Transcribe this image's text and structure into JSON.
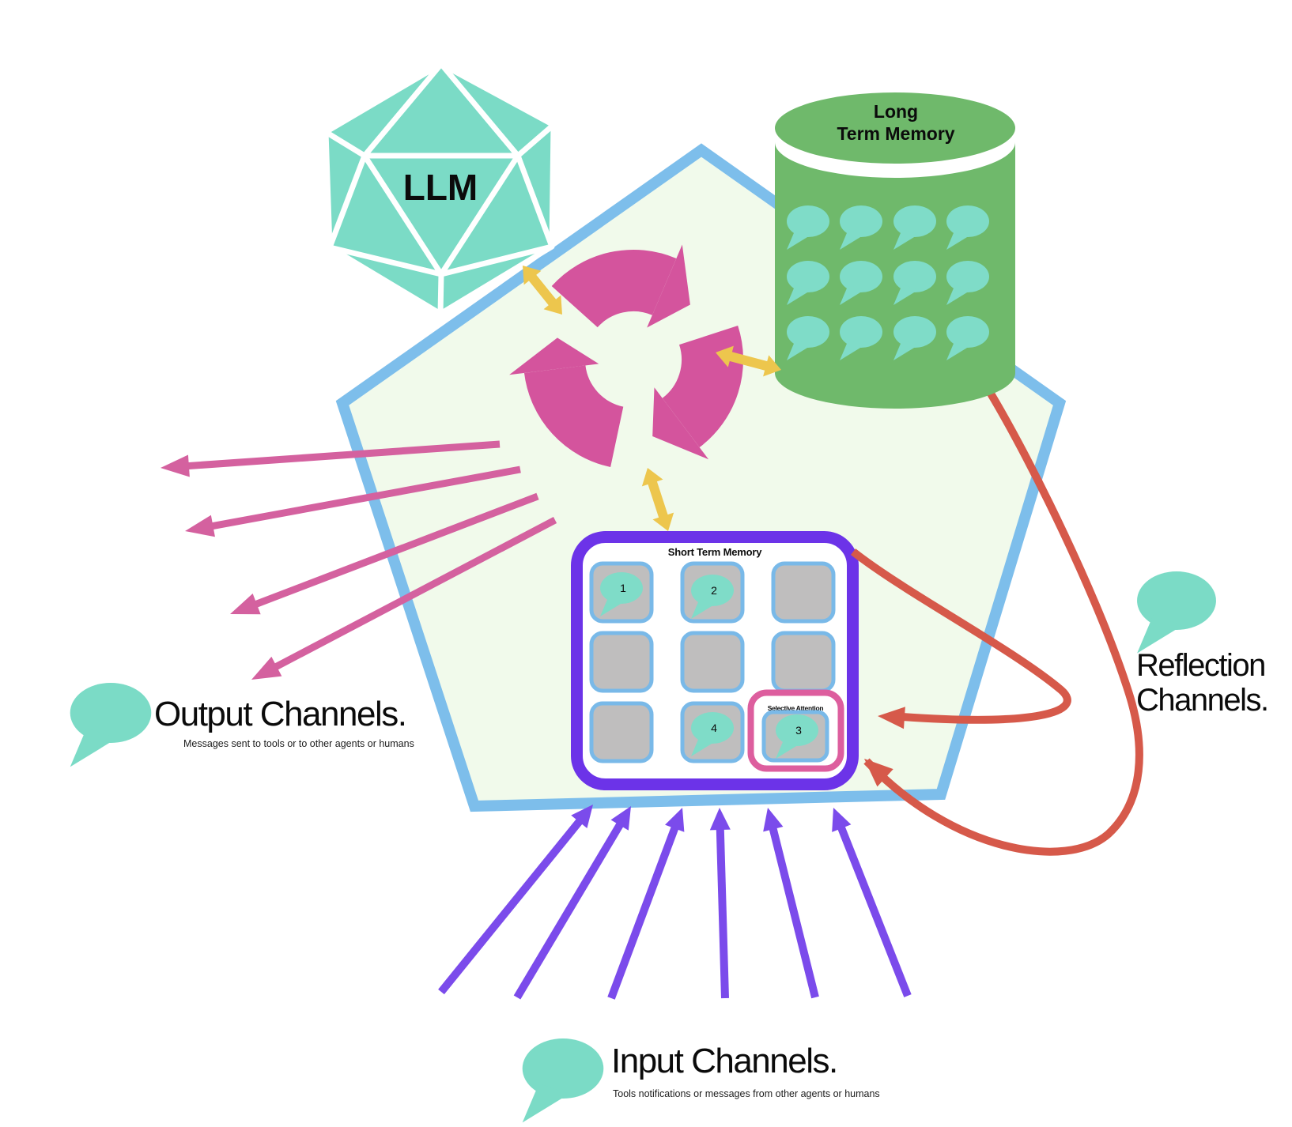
{
  "llm": {
    "label": "LLM"
  },
  "long_term_memory": {
    "lines": [
      "Long",
      "Term Memory"
    ]
  },
  "short_term_memory": {
    "title": "Short Term Memory",
    "selective_attention": "Selective Attention",
    "bubbles": [
      {
        "number": "1"
      },
      {
        "number": "2"
      },
      {
        "number": "4"
      },
      {
        "number": "3"
      }
    ]
  },
  "output_channels": {
    "title": "Output Channels.",
    "subtitle": "Messages sent to tools or to other agents or humans"
  },
  "input_channels": {
    "title": "Input Channels.",
    "subtitle": "Tools notifications or messages from other agents or humans"
  },
  "reflection_channels": {
    "lines": [
      "Reflection",
      "Channels."
    ]
  },
  "colors": {
    "teal": "#7BDBC6",
    "bubble_teal": "#7FDCC8",
    "green": "#6FB96B",
    "pentagon_fill": "#F1FAEB",
    "pentagon_border": "#7DBEEB",
    "cycle_pink": "#D4549D",
    "output_arrow_pink": "#D4619F",
    "yellow": "#EDC64D",
    "stm_purple": "#6C33E8",
    "input_arrow_purple": "#7B4BEB",
    "red": "#D6594A",
    "slot_gray": "#BFBEBE",
    "slot_border_blue": "#79B9E8",
    "selective_pink": "#DD5E9E"
  }
}
